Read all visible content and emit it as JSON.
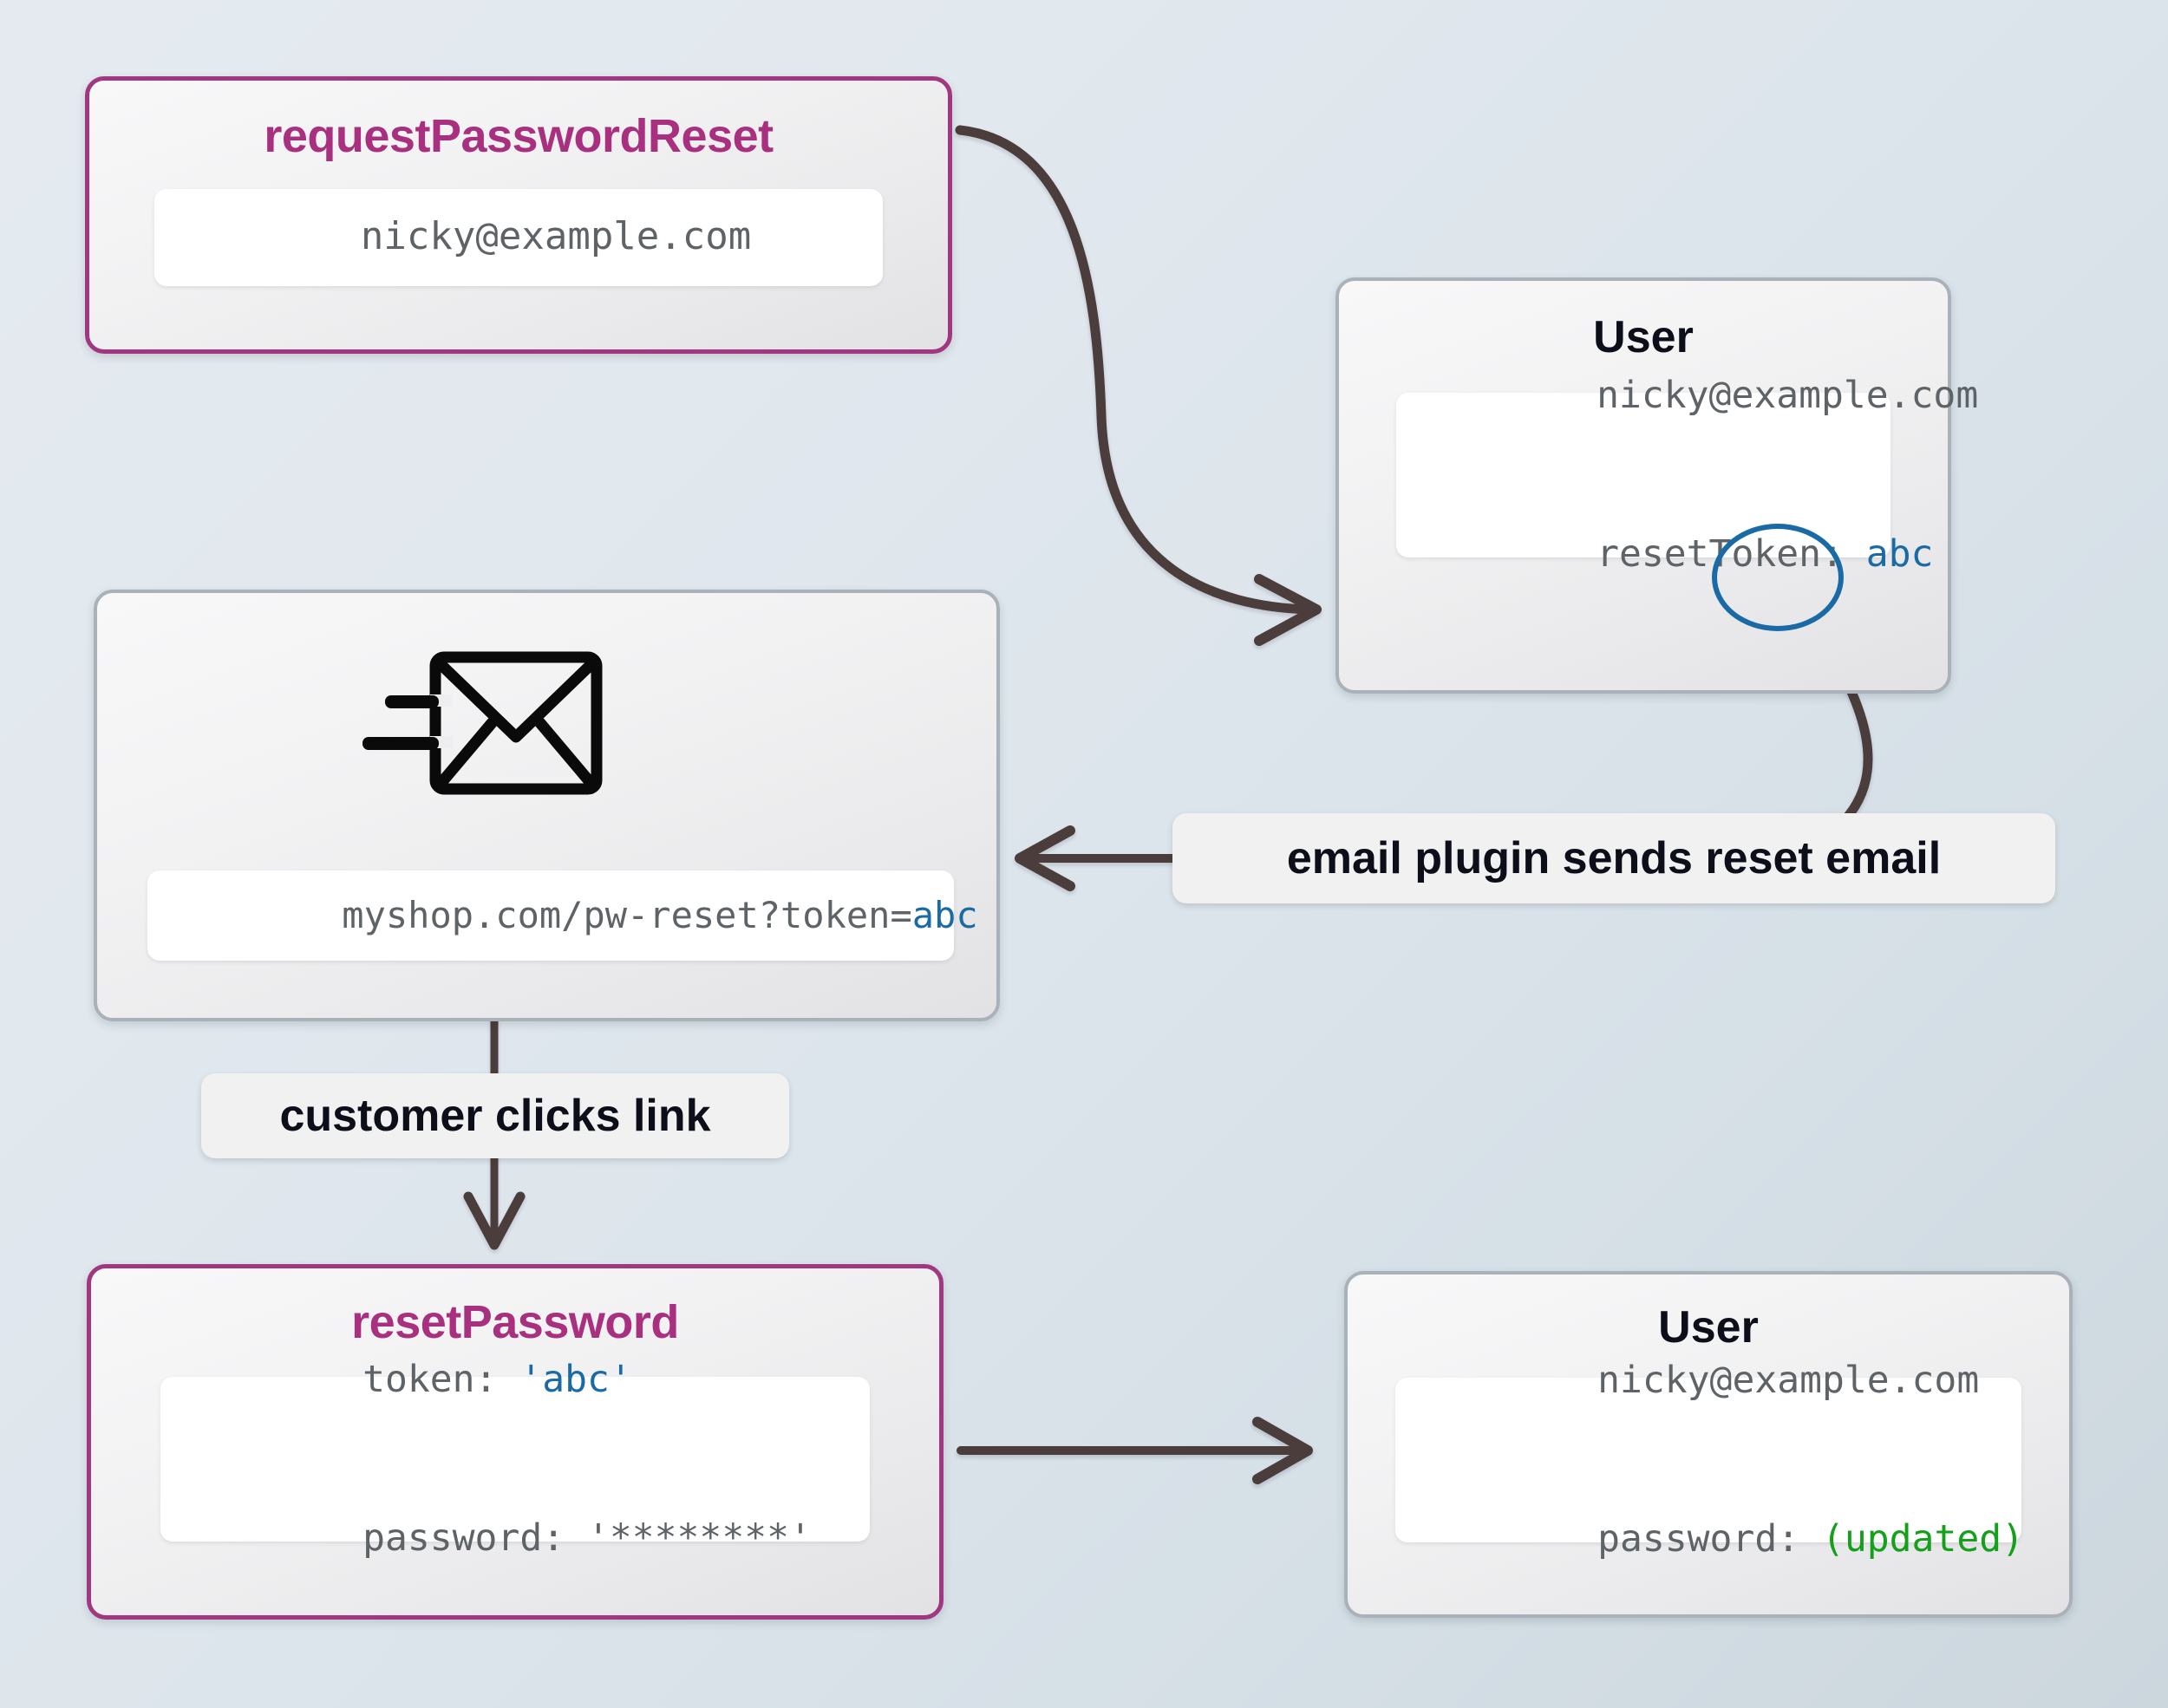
{
  "diagram": {
    "title": "password reset token flow",
    "background": {
      "from": "#e4eaf0",
      "to": "#ccd6dd"
    }
  },
  "colors": {
    "magenta_border": "#a13780",
    "magenta_title": "#a8307f",
    "gray_border": "#a9b2b8",
    "arrow": "#4b3c3b",
    "token_blue": "#1a6ba5",
    "updated_green": "#14a01b",
    "mono_text": "#5d6367",
    "dark_text": "#0c0f1a"
  },
  "nodes": {
    "request_password_reset": {
      "title": "requestPasswordReset",
      "panel_lines": [
        [
          {
            "text": "nicky@example.com",
            "style": "gray"
          }
        ]
      ]
    },
    "user_with_token": {
      "title": "User",
      "panel_lines": [
        [
          {
            "text": "nicky@example.com",
            "style": "gray"
          }
        ],
        [
          {
            "text": "resetToken: ",
            "style": "gray"
          },
          {
            "text": "abc",
            "style": "blue"
          }
        ]
      ],
      "annotation": "circled-token"
    },
    "email_message": {
      "icon": "send-envelope-icon",
      "panel_lines": [
        [
          {
            "text": "myshop.com/pw-reset?token=",
            "style": "gray"
          },
          {
            "text": "abc",
            "style": "blue"
          }
        ]
      ]
    },
    "reset_password": {
      "title": "resetPassword",
      "panel_lines": [
        [
          {
            "text": "token: ",
            "style": "gray"
          },
          {
            "text": "'abc'",
            "style": "blue"
          }
        ],
        [
          {
            "text": "password: '********'",
            "style": "gray"
          }
        ]
      ]
    },
    "user_updated": {
      "title": "User",
      "panel_lines": [
        [
          {
            "text": "nicky@example.com",
            "style": "gray"
          }
        ],
        [
          {
            "text": "password: ",
            "style": "gray"
          },
          {
            "text": "(updated)",
            "style": "green"
          }
        ]
      ]
    }
  },
  "edge_labels": {
    "email_plugin": "email plugin sends reset email",
    "customer_clicks": "customer clicks link"
  },
  "edges": [
    {
      "name": "request-to-user",
      "from": "request_password_reset",
      "to": "user_with_token",
      "style": "curved",
      "arrow": "end"
    },
    {
      "name": "token-to-plugin-label",
      "from": "user_with_token",
      "to": "email_plugin_label",
      "style": "curved",
      "arrow": "none"
    },
    {
      "name": "plugin-label-to-email",
      "from": "email_plugin_label",
      "to": "email_message",
      "style": "straight",
      "arrow": "start"
    },
    {
      "name": "email-to-reset",
      "from": "email_message",
      "to": "reset_password",
      "style": "straight-vertical",
      "arrow": "end"
    },
    {
      "name": "reset-to-user-updated",
      "from": "reset_password",
      "to": "user_updated",
      "style": "straight",
      "arrow": "end"
    }
  ]
}
